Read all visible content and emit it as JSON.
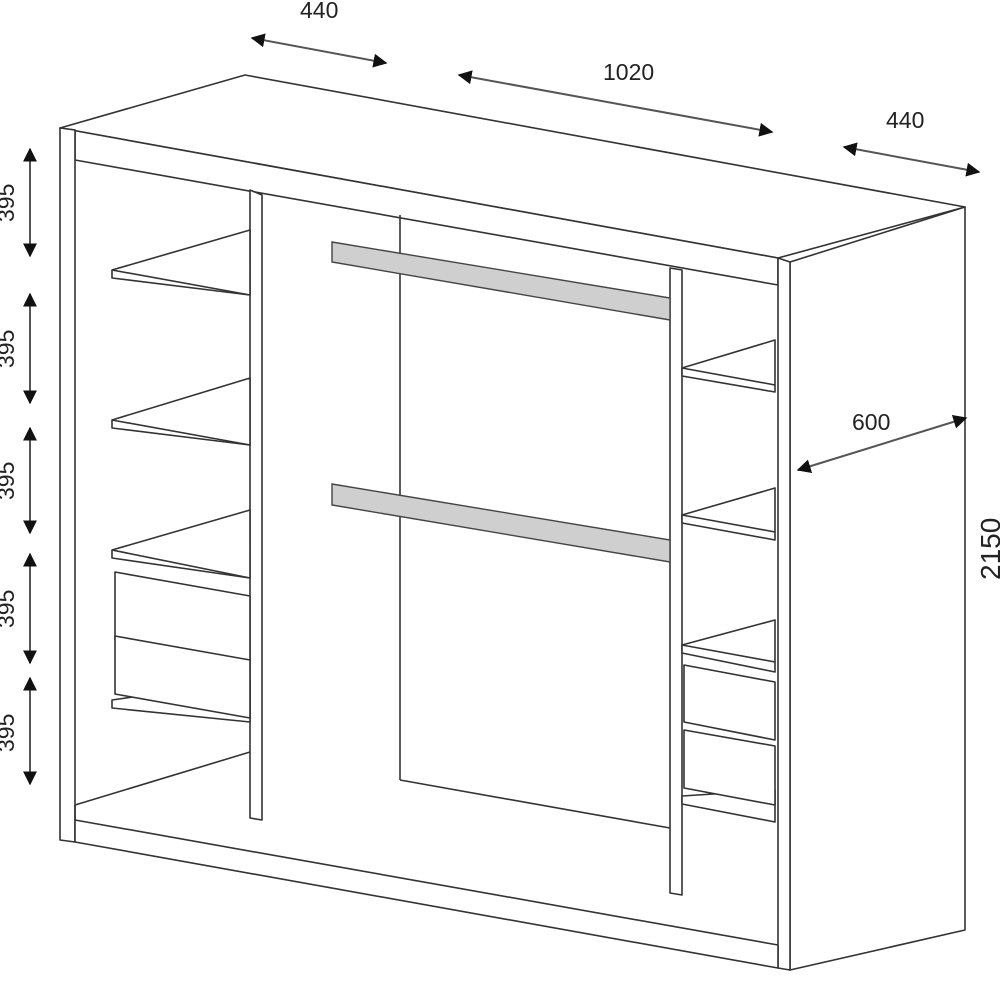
{
  "title": "Wardrobe dimension drawing",
  "dimensions": {
    "top_left_depth": "440",
    "top_width": "1020",
    "top_right_depth": "440",
    "side_depth": "600",
    "height": "2150",
    "left_compartments": [
      "395",
      "395",
      "395",
      "395",
      "395"
    ]
  },
  "colors": {
    "line": "#333333",
    "rail": "#cfcfcf"
  }
}
